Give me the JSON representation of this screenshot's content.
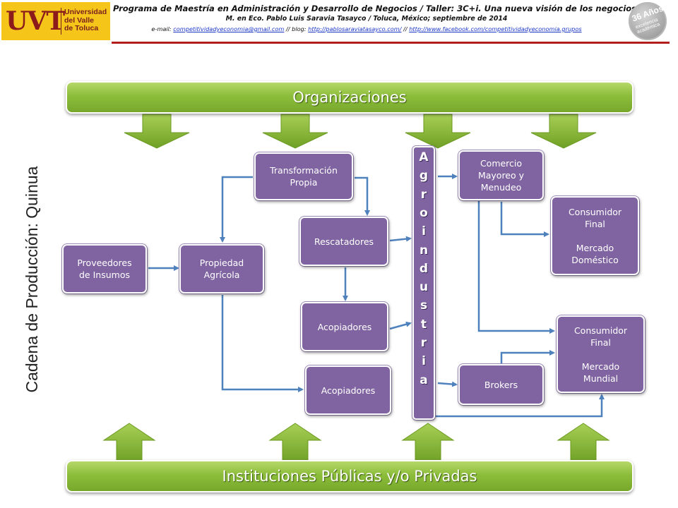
{
  "header": {
    "logo": {
      "mark": "UVT",
      "name_lines": [
        "Universidad",
        "del Valle",
        "de Toluca"
      ]
    },
    "line1": "Programa de Maestría en Administración y Desarrollo de Negocios / Taller: 3C+i. Una nueva visión de los negocios",
    "line2": "M. en Eco. Pablo Luis Saravia Tasayco / Toluca, México; septiembre de 2014",
    "line3_prefix": "e-mail: ",
    "email": "competitividadyeconomia@gmail.com",
    "sep_blog": " // blog: ",
    "blog": "http://pablosaraviatasayco.com/",
    "sep_fb": " // ",
    "facebook": "http://www.facebook.com/competitividadyeconomia.grupos",
    "badge_main": "36 Años",
    "badge_sub": "excelencia académica"
  },
  "side_label": "Cadena de Producción: Quinua",
  "top_bar": "Organizaciones",
  "bottom_bar": "Instituciones Públicas y/o Privadas",
  "nodes": {
    "proveedores": "Proveedores\nde Insumos",
    "propiedad": "Propiedad\nAgrícola",
    "transformacion": "Transformación\nPropia",
    "rescatadores": "Rescatadores",
    "acopiadores1": "Acopiadores",
    "acopiadores2": "Acopiadores",
    "comercio": "Comercio\nMayoreo y\nMenudeo",
    "brokers": "Brokers",
    "consumidor_domestico": "Consumidor\nFinal\n\nMercado\nDoméstico",
    "consumidor_mundial": "Consumidor\nFinal\n\nMercado\nMundial"
  },
  "agroindustria_letters": [
    "A",
    "g",
    "r",
    "o",
    "i",
    "n",
    "d",
    "u",
    "s",
    "t",
    "r",
    "i",
    "a"
  ],
  "colors": {
    "node_fill": "#8064a2",
    "bar_green": "#8cbd3a",
    "connector": "#4f81bd",
    "header_rule": "#b21f1f",
    "logo_gold": "#f6c51a"
  }
}
